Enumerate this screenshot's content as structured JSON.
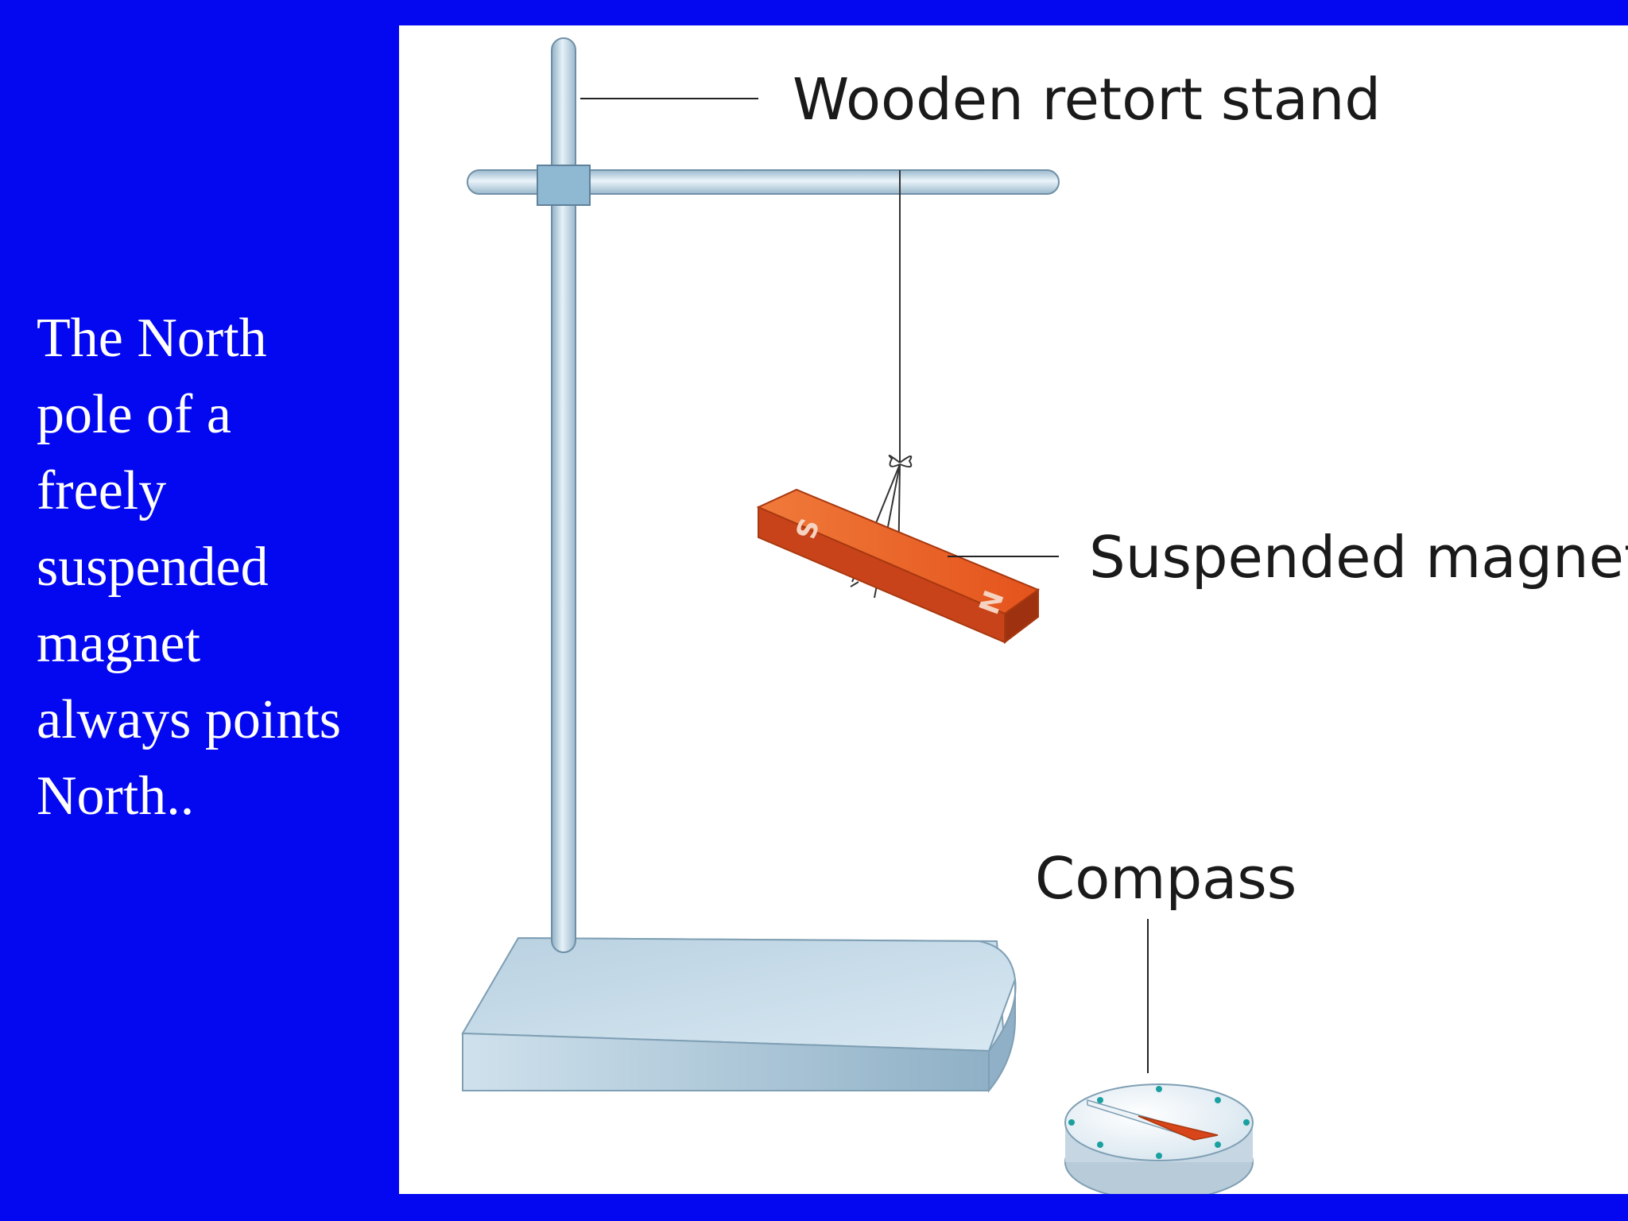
{
  "slide": {
    "caption_lines": [
      "The North",
      "pole of a",
      "freely",
      "suspended",
      "magnet",
      "always points",
      "North.."
    ]
  },
  "diagram": {
    "labels": {
      "stand": "Wooden retort stand",
      "magnet": "Suspended magnet",
      "compass": "Compass"
    },
    "magnet_poles": {
      "south": "S",
      "north": "N"
    },
    "colors": {
      "background": "#0408f0",
      "panel": "#ffffff",
      "stand": "#b8d0e0",
      "magnet": "#e8521c",
      "compass_needle": "#d9451a"
    }
  }
}
